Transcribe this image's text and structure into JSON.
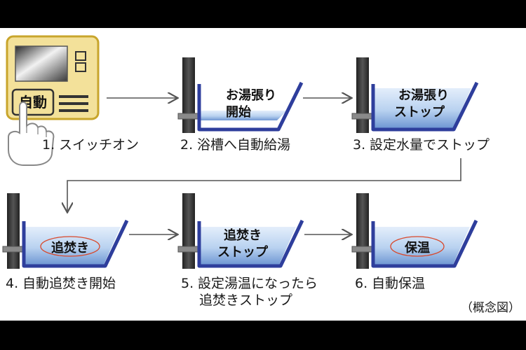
{
  "panel": {
    "button_label": "自動",
    "steps": [
      {
        "number": "1.",
        "label": "スイッチオン"
      },
      {
        "number": "2.",
        "label": "浴槽へ自動給湯",
        "tub_lines": [
          "お湯張り",
          "開始"
        ]
      },
      {
        "number": "3.",
        "label": "設定水量でストップ",
        "tub_lines": [
          "お湯張り",
          "ストップ"
        ]
      },
      {
        "number": "4.",
        "label": "自動追焚き開始",
        "tub_lines": [
          "追焚き"
        ]
      },
      {
        "number": "5.",
        "label": "設定湯温になったら",
        "label_line2": "追焚きストップ",
        "tub_lines": [
          "追焚き",
          "ストップ"
        ]
      },
      {
        "number": "6.",
        "label": "自動保温",
        "tub_lines": [
          "保温"
        ]
      }
    ],
    "note": "（概念図）"
  },
  "colors": {
    "background": "#000000",
    "water_light": "#c7dcf3",
    "water_dark": "#5b86c9",
    "tub_outline": "#2e3e9c",
    "controller_fill": "#f3e19a",
    "controller_border": "#c8a52c",
    "wall": "#3a3a3a",
    "heat_arrow": "#d9482b"
  }
}
